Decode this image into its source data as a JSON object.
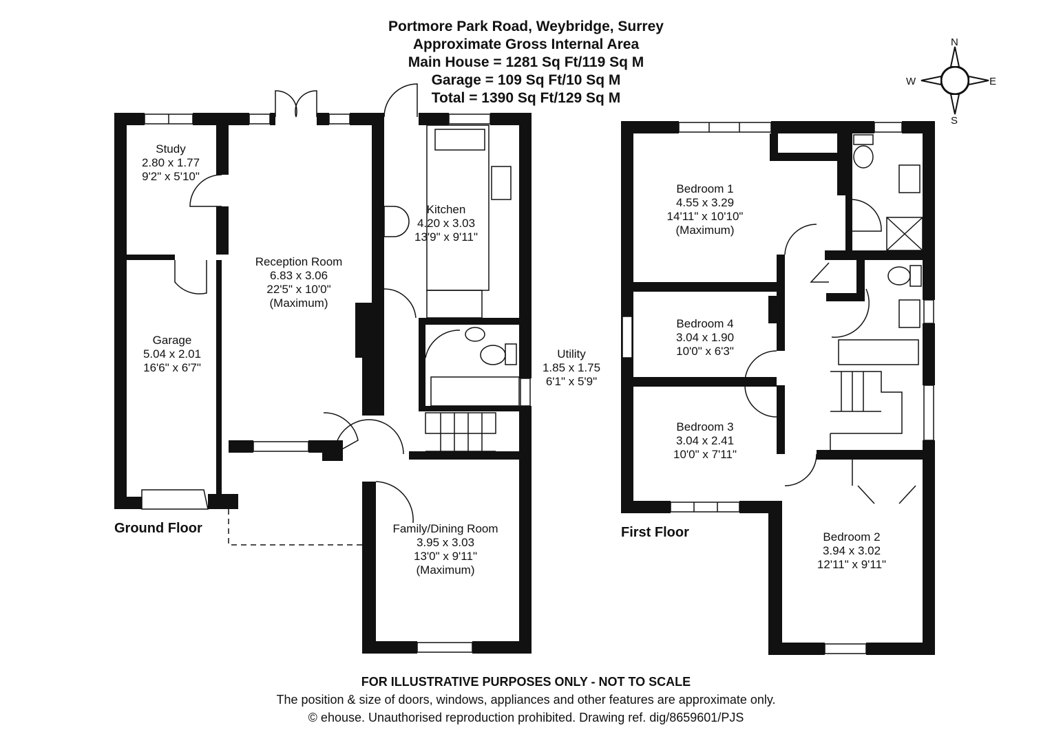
{
  "header": {
    "address": "Portmore Park Road, Weybridge, Surrey",
    "subtitle": "Approximate Gross Internal Area",
    "main_house": "Main House = 1281 Sq Ft/119 Sq M",
    "garage": "Garage = 109 Sq Ft/10 Sq M",
    "total": "Total = 1390 Sq Ft/129 Sq M"
  },
  "compass": {
    "n": "N",
    "s": "S",
    "e": "E",
    "w": "W"
  },
  "ground_floor": {
    "label": "Ground Floor",
    "rooms": {
      "study": [
        "Study",
        "2.80 x 1.77",
        "9'2\" x 5'10\""
      ],
      "reception": [
        "Reception Room",
        "6.83 x 3.06",
        "22'5\" x 10'0\"",
        "(Maximum)"
      ],
      "kitchen": [
        "Kitchen",
        "4.20 x 3.03",
        "13'9\" x 9'11\""
      ],
      "garage": [
        "Garage",
        "5.04 x 2.01",
        "16'6\" x 6'7\""
      ],
      "utility": [
        "Utility",
        "1.85 x 1.75",
        "6'1\" x 5'9\""
      ],
      "family": [
        "Family/Dining Room",
        "3.95 x 3.03",
        "13'0\" x 9'11\"",
        "(Maximum)"
      ]
    }
  },
  "first_floor": {
    "label": "First Floor",
    "rooms": {
      "bed1": [
        "Bedroom 1",
        "4.55 x 3.29",
        "14'11\" x 10'10\"",
        "(Maximum)"
      ],
      "bed4": [
        "Bedroom 4",
        "3.04 x 1.90",
        "10'0\" x 6'3\""
      ],
      "bed3": [
        "Bedroom 3",
        "3.04 x 2.41",
        "10'0\" x 7'11\""
      ],
      "bed2": [
        "Bedroom 2",
        "3.94 x 3.02",
        "12'11\" x 9'11\""
      ]
    }
  },
  "footer": {
    "disclaimer": "FOR ILLUSTRATIVE PURPOSES ONLY - NOT TO SCALE",
    "note": "The position & size of doors, windows, appliances and other features are approximate only.",
    "copyright": "© ehouse. Unauthorised reproduction prohibited. Drawing ref. dig/8659601/PJS"
  }
}
